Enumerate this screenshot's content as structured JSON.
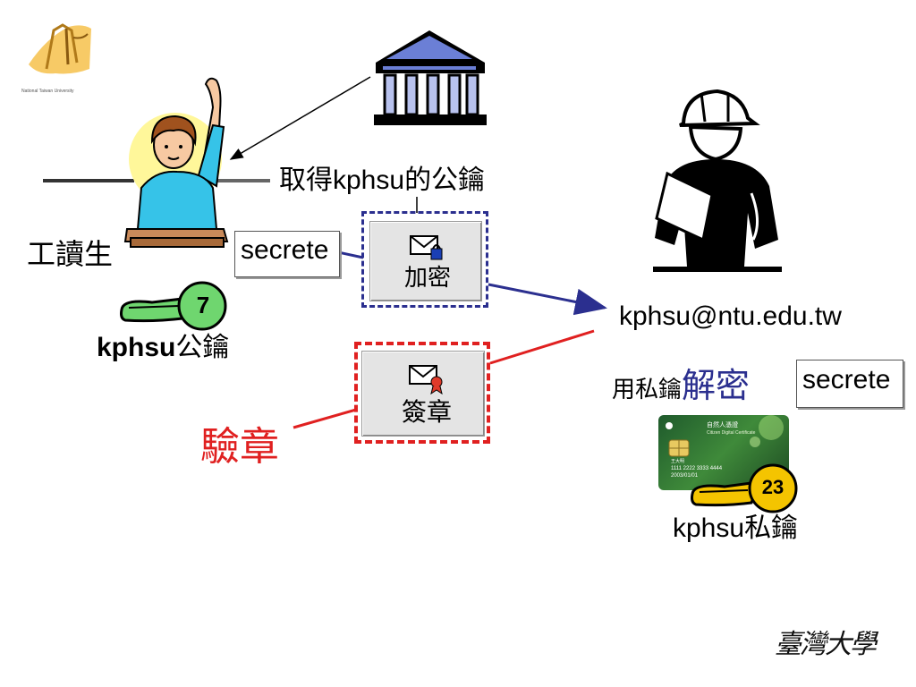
{
  "logo": {
    "caption": "National Taiwan University"
  },
  "labels": {
    "get_public_key": {
      "latin": "取得",
      "mid": "kphsu",
      "tail": "的公鑰"
    },
    "worker_student": "工讀生",
    "email": "kphsu@ntu.edu.tw",
    "decrypt_prefix": "用私鑰",
    "decrypt_word": "解密",
    "verify": "驗章",
    "public_key": {
      "name": "kphsu",
      "suffix": "公鑰"
    },
    "private_key": {
      "name": "kphsu",
      "suffix": "私鑰"
    }
  },
  "notes": {
    "left": "secrete",
    "right": "secrete"
  },
  "buttons": {
    "encrypt": "加密",
    "sign": "簽章"
  },
  "keys": {
    "public_number": "7",
    "private_number": "23"
  },
  "card": {
    "title": "自然人憑證",
    "subtitle": "Citizen Digital Certificate",
    "name": "王大明",
    "number": "1111 2222 3333 4444",
    "date": "2003/01/01"
  },
  "signature": "臺灣大學",
  "colors": {
    "blue": "#2b2f8f",
    "red": "#e02020",
    "key_green": "#6fd66f",
    "key_gold": "#f4c400"
  }
}
